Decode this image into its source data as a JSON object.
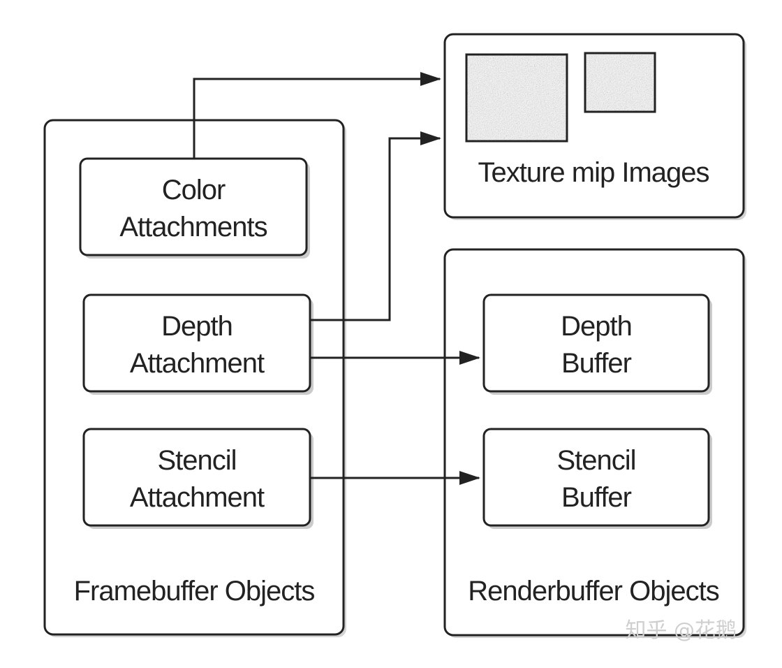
{
  "framebuffer": {
    "title": "Framebuffer Objects",
    "attachments": [
      {
        "line1": "Color",
        "line2": "Attachments"
      },
      {
        "line1": "Depth",
        "line2": "Attachment"
      },
      {
        "line1": "Stencil",
        "line2": "Attachment"
      }
    ]
  },
  "texture": {
    "title": "Texture mip Images"
  },
  "renderbuffer": {
    "title": "Renderbuffer Objects",
    "buffers": [
      {
        "line1": "Depth",
        "line2": "Buffer"
      },
      {
        "line1": "Stencil",
        "line2": "Buffer"
      }
    ]
  },
  "watermark": "知乎 @花鹅",
  "colors": {
    "stroke": "#222222",
    "shadow": "#b5b5b5",
    "text": "#222222"
  }
}
